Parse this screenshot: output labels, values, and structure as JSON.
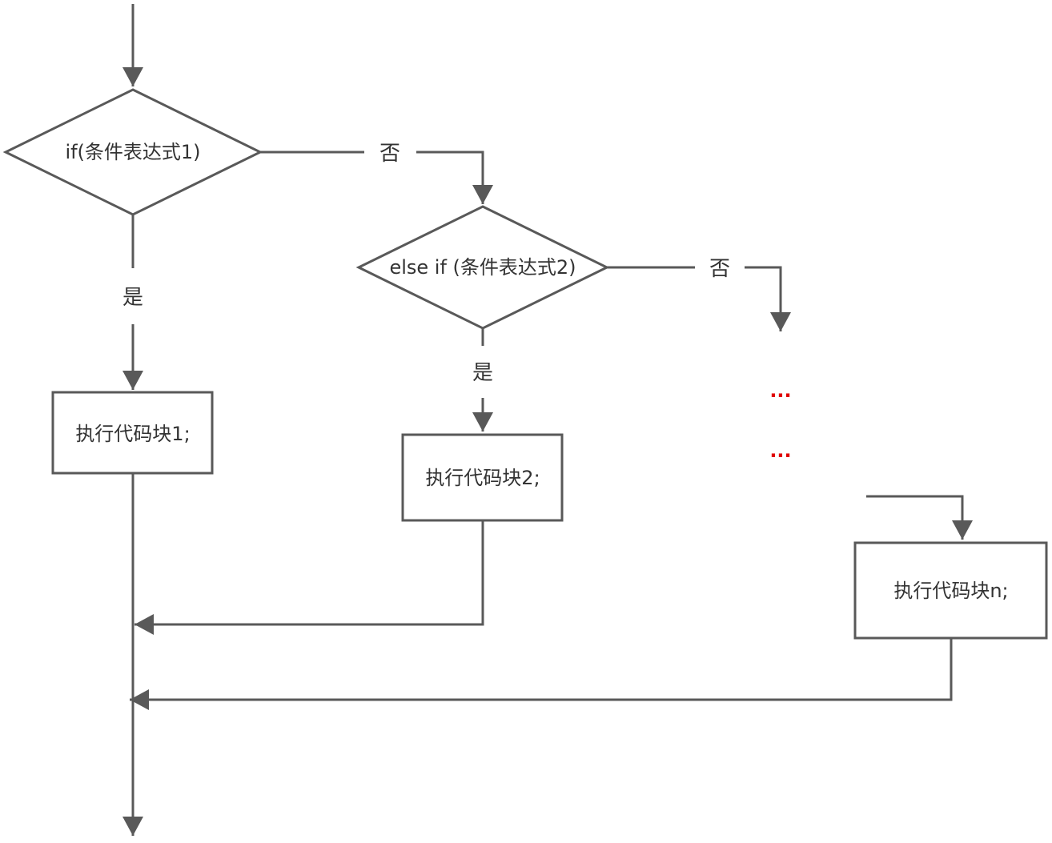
{
  "colors": {
    "line": "#595959",
    "text": "#333333",
    "dots": "#e00000",
    "background": "#ffffff"
  },
  "nodes": {
    "if": "if(条件表达式1)",
    "elseif": "else if (条件表达式2)",
    "block1": "执行代码块1;",
    "block2": "执行代码块2;",
    "blockn": "执行代码块n;"
  },
  "labels": {
    "no1": "否",
    "yes1": "是",
    "no2": "否",
    "yes2": "是"
  },
  "ellipsis": {
    "first": "...",
    "second": "..."
  }
}
